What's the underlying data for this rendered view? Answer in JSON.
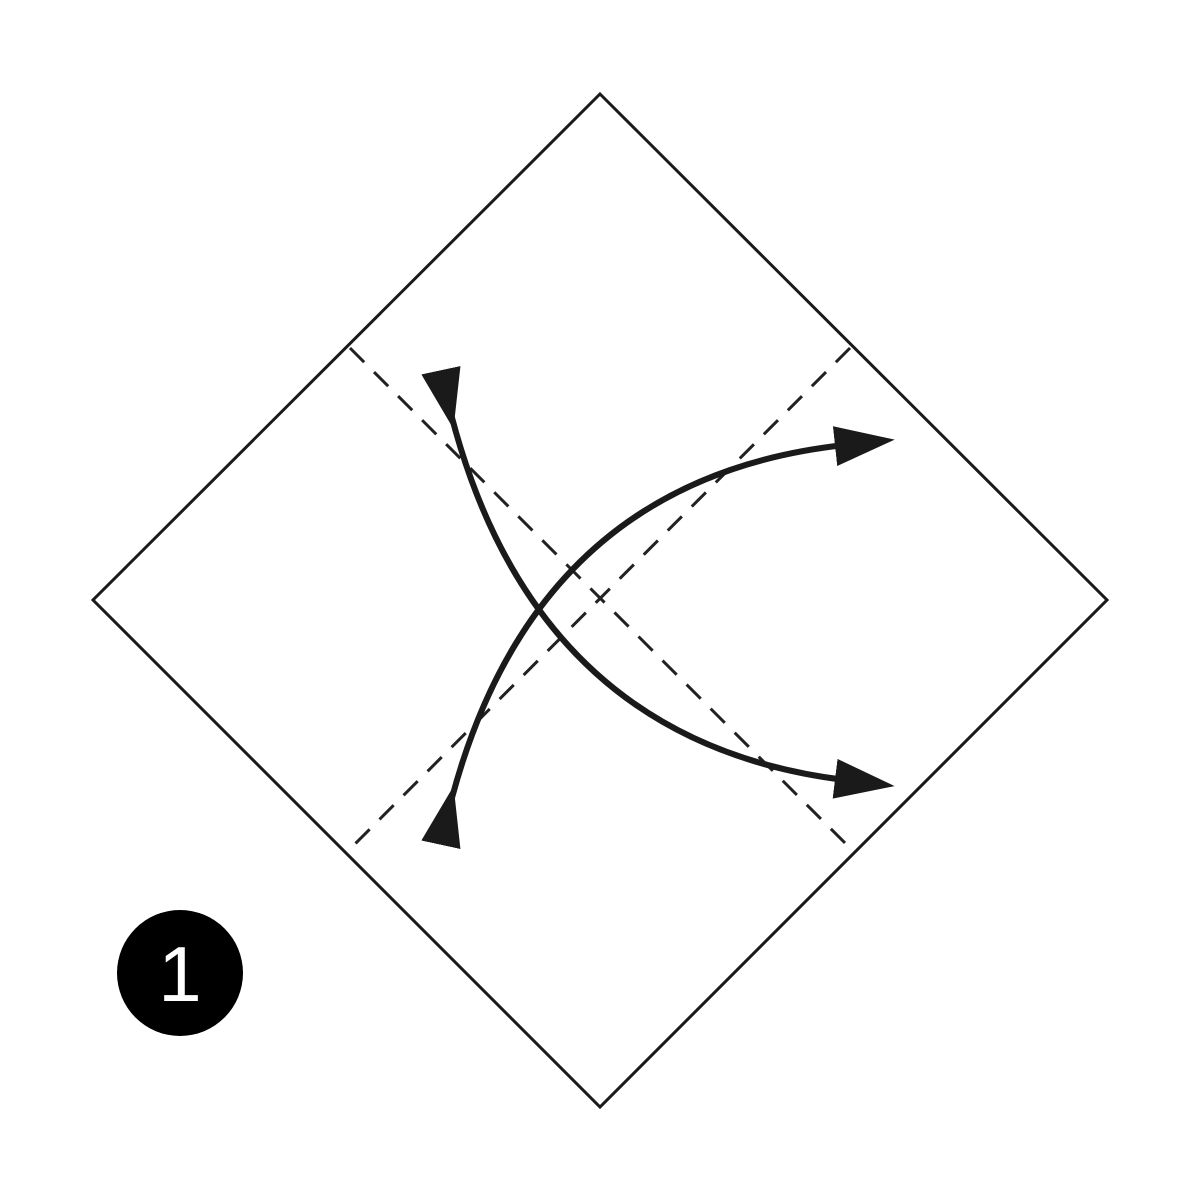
{
  "diagram": {
    "step_number": "1",
    "colors": {
      "background": "#ffffff",
      "paper_outline": "#1a1a1a",
      "crease": "#222222",
      "arrow": "#1a1a1a",
      "badge_fill": "#000000",
      "badge_text": "#ffffff"
    },
    "elements": {
      "paper": "square-paper-rotated-45",
      "creases": [
        "diagonal-valley-fold-crease",
        "diagonal-valley-fold-crease"
      ],
      "arrows": [
        "fold-and-unfold-arrow",
        "fold-and-unfold-arrow"
      ]
    }
  }
}
